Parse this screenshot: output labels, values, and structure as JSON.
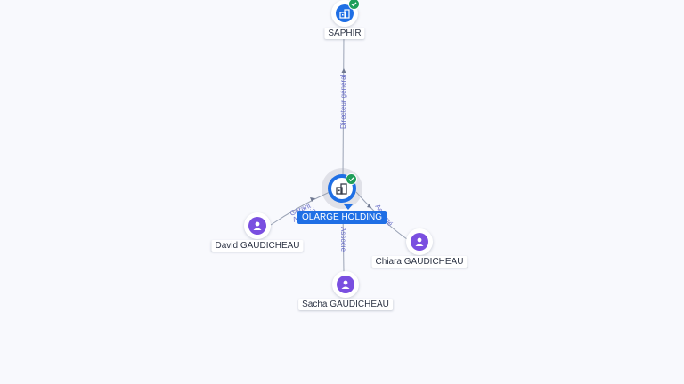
{
  "company": {
    "name": "OLARGE HOLDING",
    "icon": "building-icon",
    "status_icon": "verified-check-icon",
    "accent_color": "#1f6fe5"
  },
  "parent": {
    "name": "SAPHIR",
    "icon": "building-icon",
    "status_icon": "verified-check-icon"
  },
  "people": [
    {
      "name": "David GAUDICHEAU",
      "icon": "person-icon"
    },
    {
      "name": "Chiara GAUDICHEAU",
      "icon": "person-icon"
    },
    {
      "name": "Sacha GAUDICHEAU",
      "icon": "person-icon"
    }
  ],
  "relations": [
    {
      "from": "OLARGE HOLDING",
      "to": "SAPHIR",
      "label": "Directeur général"
    },
    {
      "from": "David GAUDICHEAU",
      "to": "OLARGE HOLDING",
      "label": "Gérant"
    },
    {
      "from": "David GAUDICHEAU",
      "to": "OLARGE HOLDING",
      "label": "Associé"
    },
    {
      "from": "Chiara GAUDICHEAU",
      "to": "OLARGE HOLDING",
      "label": "Associé"
    },
    {
      "from": "Sacha GAUDICHEAU",
      "to": "OLARGE HOLDING",
      "label": "Associé"
    }
  ],
  "colors": {
    "person": "#7a4fe0",
    "verified": "#1f9e5a",
    "edge_label": "#6a6fc9",
    "background": "#f8f9fd"
  }
}
